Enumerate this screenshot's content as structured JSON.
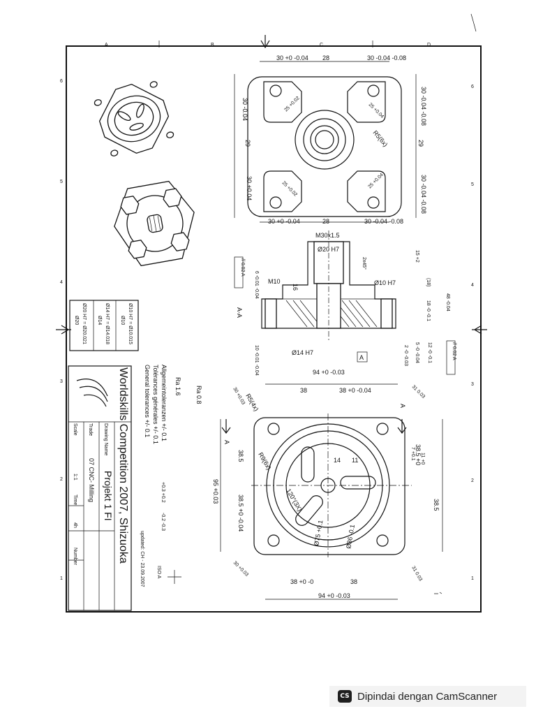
{
  "grid": {
    "top_letters": [
      "A",
      "B",
      "C",
      "D"
    ],
    "side_numbers": [
      "6",
      "5",
      "4",
      "3",
      "2",
      "1"
    ]
  },
  "top_view": {
    "dims": [
      "30 +0 -0.04",
      "28",
      "30 -0.04 -0.08",
      "30 -0.04",
      "29",
      "30 +0.04",
      "30 -0.04 -0.08",
      "29",
      "30 -0.04 -0.08",
      "30 +0 -0.04",
      "28",
      "30 -0.04 -0.08"
    ],
    "angled": [
      "25 +0.02",
      "25 +0.04",
      "25 +0.02",
      "25 +0.04"
    ],
    "radius": "R5(6x)"
  },
  "section_view": {
    "label": "A-A",
    "dims": [
      "M30x1.5",
      "Ø20 H7",
      "2x45°",
      "15 +2",
      "(18)",
      "18 -0 -0.1",
      "48 -0.04",
      "Ø10 H7",
      "M10",
      "16",
      "6 -0.01 -0.04",
      "10 -0.01 -0.04",
      "Ø14 H7",
      "2 -0 -0.03",
      "5 -0 -0.04",
      "12 -0 -0.1"
    ],
    "tolerances": [
      "// 0.02 A",
      "// 0.02 A"
    ],
    "datum": "A"
  },
  "front_view": {
    "dims_top": [
      "94 +0 -0.03",
      "38",
      "38 +0 -0.04"
    ],
    "dims_bottom": [
      "38 +0 -0",
      "38",
      "94 +0 -0.03"
    ],
    "dims_left": [
      "38.5",
      "95 +0.03",
      "38.5 +0 -0.04"
    ],
    "dims_right": [
      "38.5 +0",
      "11 +0",
      "7 +0.1",
      "38.5"
    ],
    "center": [
      "14",
      "11",
      "120°(3X)",
      "Ø75 +0.1",
      "Ø86 -0.1",
      "R9(6x)",
      "R5(4x)"
    ],
    "corners": [
      "30 +0.03",
      "31 0.03",
      "30 +0.03",
      "31 0.03"
    ],
    "section_markers": [
      "A",
      "A"
    ]
  },
  "fits_table": [
    "Ø10 H7 = Ø10.015",
    "Ø10",
    "Ø14 H7 = Ø14.018",
    "Ø14",
    "Ø20 H7 = Ø20.021",
    "Ø20"
  ],
  "notes": {
    "roughness_a": "Ra 0.8",
    "roughness_b": "Ra 1.6",
    "general_1": "Allgemeintoleranzen +/- 0.1",
    "general_2": "Tolérances générales +/- 0.1",
    "general_3": "General tolerances +/- 0.1",
    "tol_note_a": "+0.3 +0.2",
    "tol_note_b": "-0.2 -0.3",
    "updated": "updated: CH - 23.09.2007",
    "standard": "ISO A"
  },
  "title_block": {
    "competition": "Worldskills Competition 2007, Shizuoka",
    "drawing_name_label": "Drawing Name",
    "drawing_name": "Projekt 1 FI",
    "trade_label": "Trade",
    "trade": "07 CNC- Milling",
    "scale_label": "Scale",
    "scale": "1:1",
    "time_label": "Time",
    "time": "4h",
    "number_label": "Number"
  },
  "scanner_badge": {
    "logo": "CS",
    "text": "Dipindai dengan CamScanner"
  }
}
